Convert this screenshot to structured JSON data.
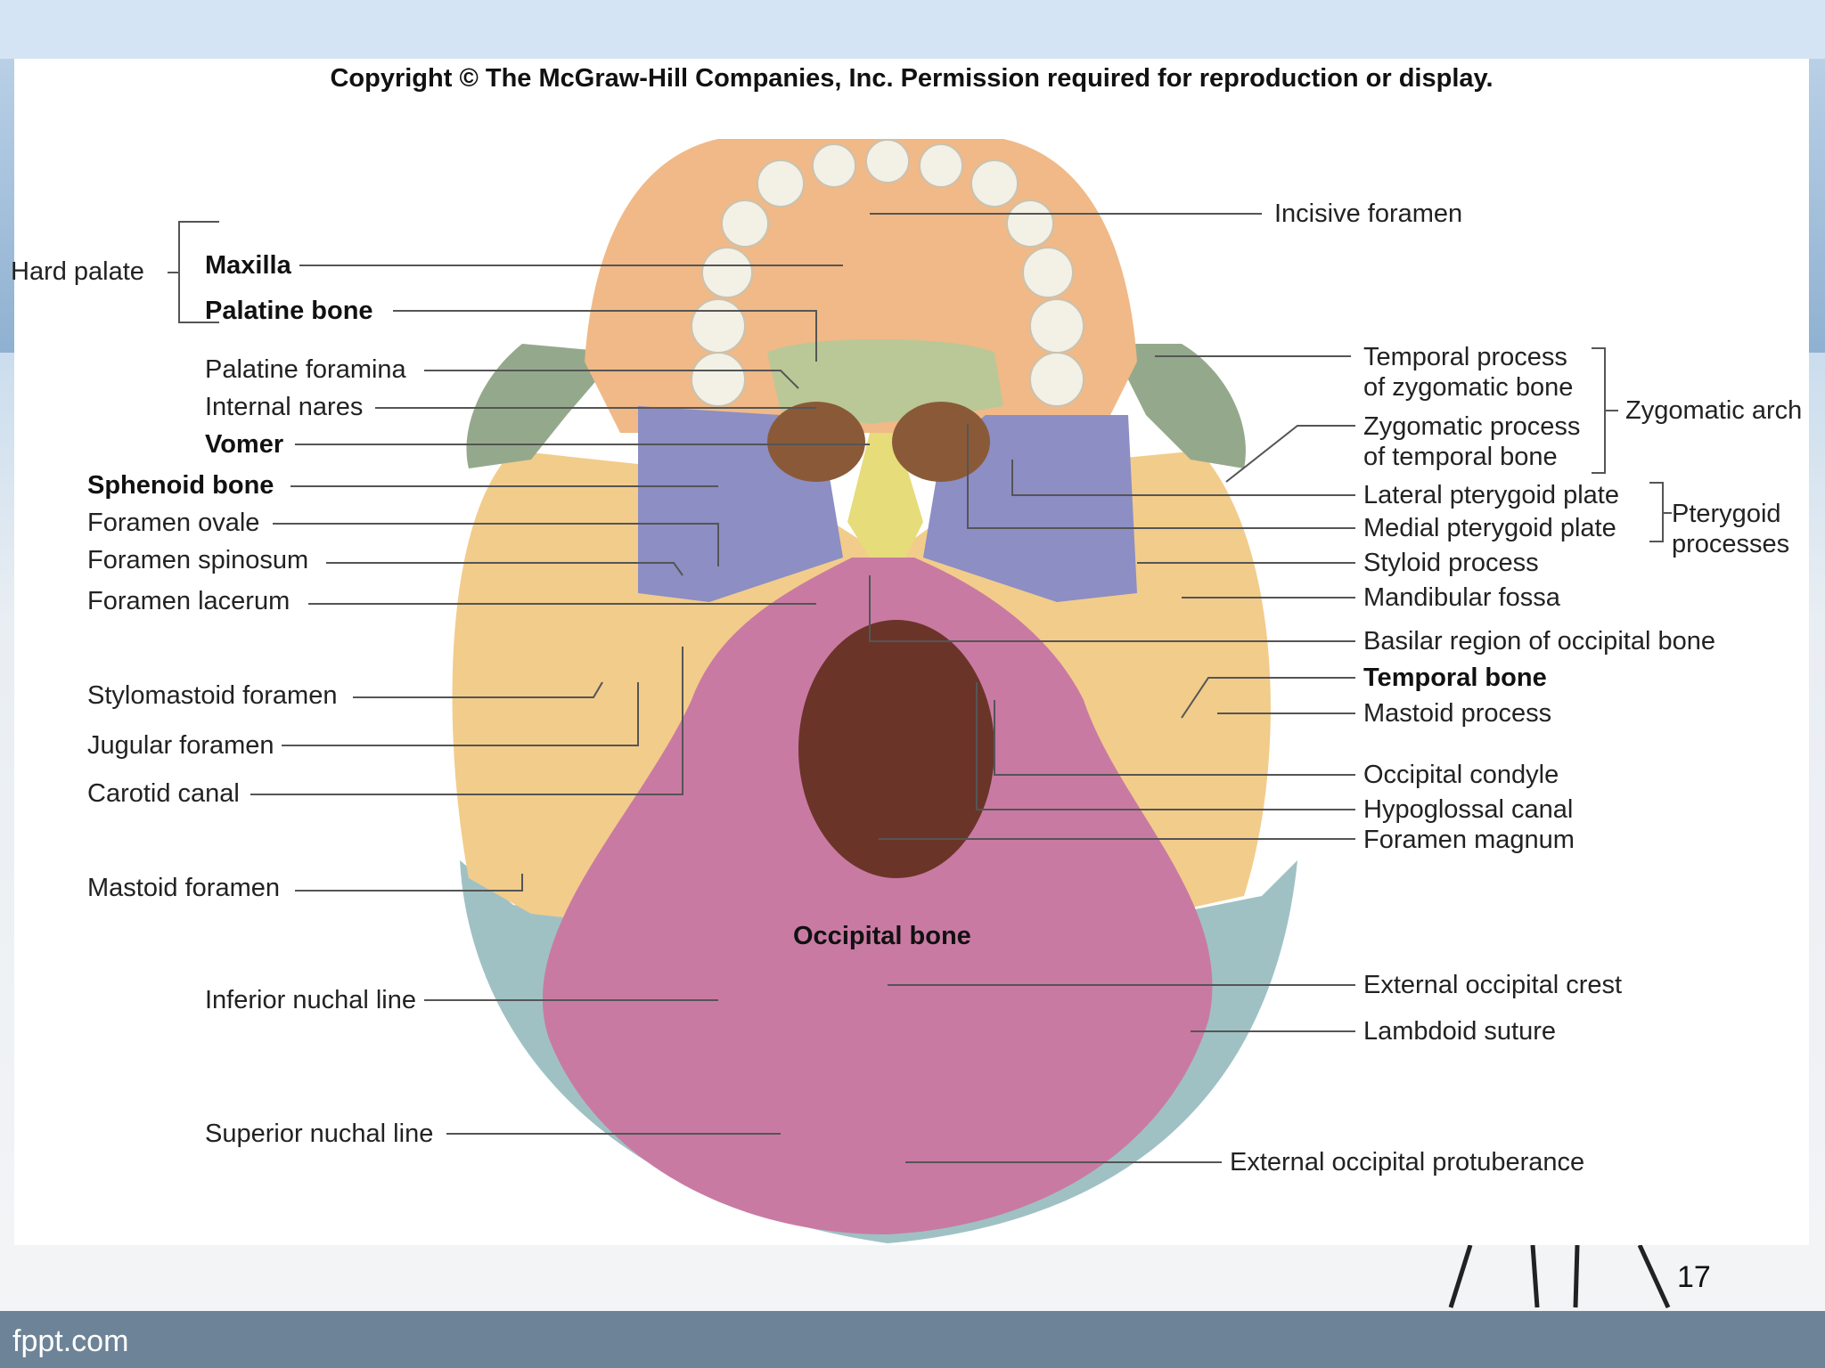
{
  "copyright": "Copyright © The McGraw-Hill Companies, Inc. Permission required for reproduction or display.",
  "footer": "fppt.com",
  "page_number": "17",
  "colors": {
    "maxilla": "#f0b987",
    "palatine": "#b9c896",
    "sphenoid": "#8c8ec4",
    "vomer": "#e6dc7a",
    "temporal": "#f2cc8a",
    "occipital": "#c97aa3",
    "zygomatic": "#94a98c",
    "parietal": "#9fc1c4",
    "teeth": "#f3f0e6"
  },
  "labels": {
    "hard_palate": "Hard palate",
    "maxilla": "Maxilla",
    "palatine_bone": "Palatine bone",
    "palatine_foramina": "Palatine foramina",
    "internal_nares": "Internal nares",
    "vomer": "Vomer",
    "sphenoid_bone": "Sphenoid bone",
    "foramen_ovale": "Foramen ovale",
    "foramen_spinosum": "Foramen spinosum",
    "foramen_lacerum": "Foramen lacerum",
    "stylomastoid_foramen": "Stylomastoid foramen",
    "jugular_foramen": "Jugular foramen",
    "carotid_canal": "Carotid canal",
    "mastoid_foramen": "Mastoid foramen",
    "inferior_nuchal_line": "Inferior nuchal line",
    "superior_nuchal_line": "Superior nuchal line",
    "incisive_foramen": "Incisive foramen",
    "temporal_process_1": "Temporal process",
    "temporal_process_2": "of zygomatic bone",
    "zygomatic_process_1": "Zygomatic process",
    "zygomatic_process_2": "of temporal bone",
    "zygomatic_arch": "Zygomatic arch",
    "lateral_pterygoid_plate": "Lateral pterygoid plate",
    "medial_pterygoid_plate": "Medial pterygoid plate",
    "pterygoid_processes_1": "Pterygoid",
    "pterygoid_processes_2": "processes",
    "styloid_process": "Styloid process",
    "mandibular_fossa": "Mandibular fossa",
    "basilar_region": "Basilar region of occipital bone",
    "temporal_bone": "Temporal bone",
    "mastoid_process": "Mastoid process",
    "occipital_condyle": "Occipital condyle",
    "hypoglossal_canal": "Hypoglossal canal",
    "foramen_magnum": "Foramen magnum",
    "occipital_bone": "Occipital bone",
    "external_occipital_crest": "External occipital crest",
    "lambdoid_suture": "Lambdoid suture",
    "external_occipital_protuberance": "External occipital protuberance"
  }
}
